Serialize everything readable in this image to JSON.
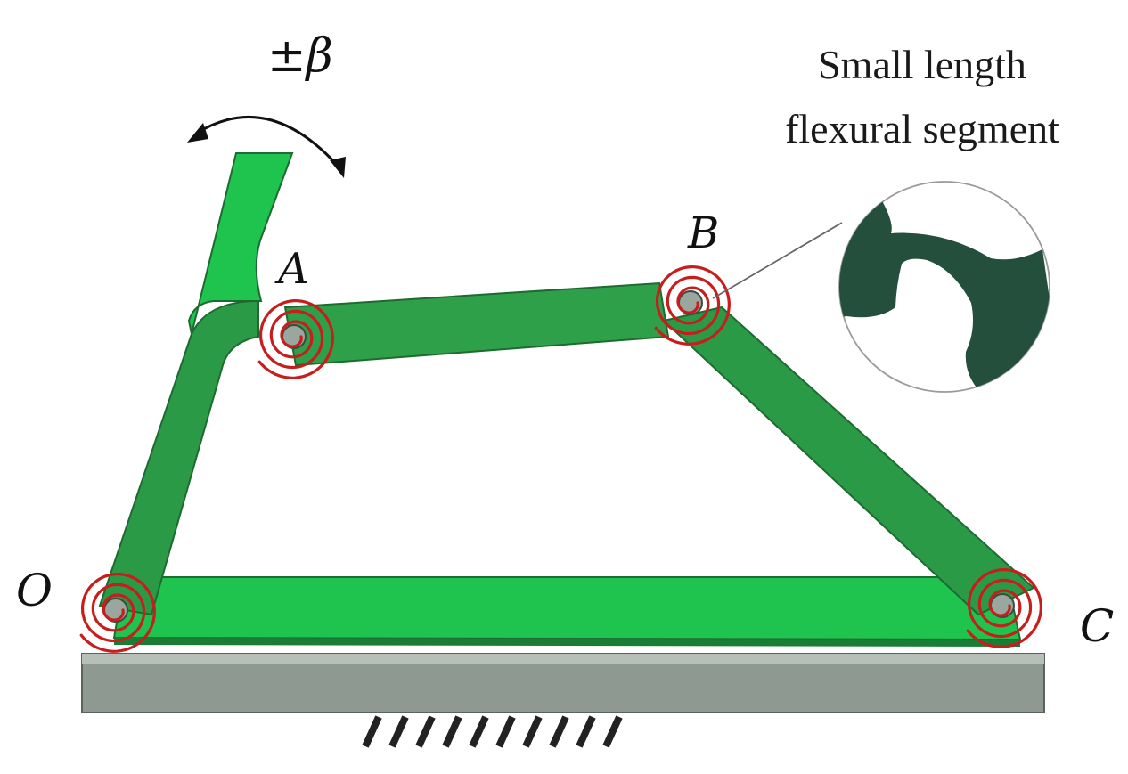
{
  "labels": {
    "rotation": "±β",
    "joint_a": "A",
    "joint_b": "B",
    "joint_o": "O",
    "joint_c": "C",
    "callout_line1": "Small length",
    "callout_line2": "flexural segment"
  },
  "icons": {
    "spring": "spiral-spring-icon",
    "arrow": "curved-double-arrow-icon",
    "ground": "ground-hatch-icon"
  },
  "colors": {
    "link_green": "#2ea04a",
    "link_green_light": "#1fc44f",
    "link_edge": "#1d6b30",
    "spring_red": "#c71d1d",
    "base_gray": "#8e9991",
    "flexure_dark": "#234f3c"
  }
}
